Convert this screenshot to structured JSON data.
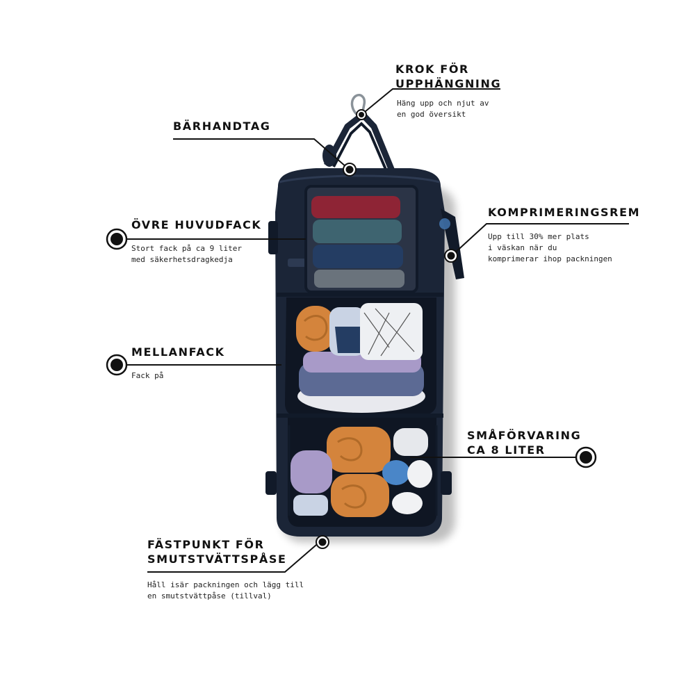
{
  "callouts": {
    "hook": {
      "title": [
        "KROK FÖR",
        "UPPHÄNGNING"
      ],
      "desc": [
        "Häng upp och njut av",
        "en god översikt"
      ]
    },
    "handle": {
      "title": [
        "BÄRHANDTAG"
      ],
      "desc": []
    },
    "upper": {
      "title": [
        "ÖVRE HUVUDFACK"
      ],
      "desc": [
        "Stort fack på ca 9 liter",
        "med säkerhetsdragkedja"
      ]
    },
    "compression": {
      "title": [
        "KOMPRIMERINGSREM"
      ],
      "desc": [
        "Upp till 30% mer plats",
        "i väskan när du",
        "komprimerar ihop packningen"
      ]
    },
    "middle": {
      "title": [
        "MELLANFACK"
      ],
      "desc": [
        "Fack på"
      ]
    },
    "small": {
      "title": [
        "SMÅFÖRVARING",
        "CA 8 LITER"
      ],
      "desc": []
    },
    "laundry": {
      "title": [
        "FÄSTPUNKT FÖR",
        "SMUTSTVÄTTSPÅSE"
      ],
      "desc": [
        "Håll isär packningen och lägg till",
        "en smutstvättpåse (tillval)"
      ]
    }
  },
  "colors": {
    "bag": "#1b2537",
    "bag_dark": "#111a29",
    "mesh": "#2b3446",
    "line": "#111111",
    "towel_orange": "#d4843c",
    "towel_purple": "#a89ac8",
    "cloth_red": "#8e2435",
    "cloth_teal": "#3e6470",
    "cloth_navy": "#243d63",
    "cloth_grey": "#6a737c",
    "blue_item": "#4a86c8"
  },
  "icons": [
    "marker-dot-icon",
    "carabiner-hook-icon"
  ]
}
